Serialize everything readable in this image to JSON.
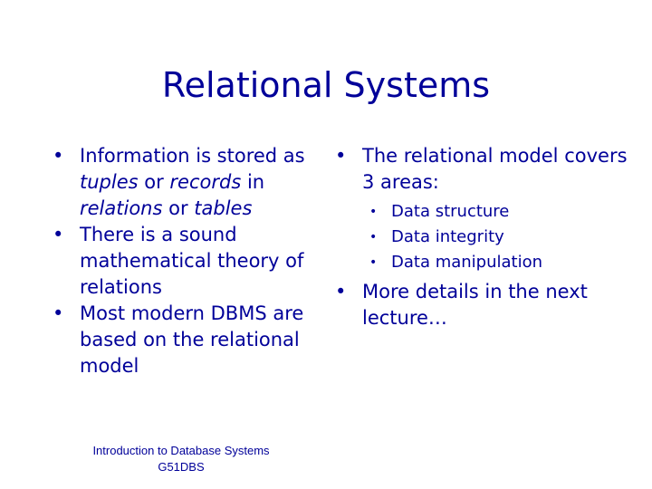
{
  "slide": {
    "title": "Relational Systems",
    "bullet_glyph": "•",
    "left_column": {
      "item1": {
        "part1": "Information is stored as ",
        "em1": "tuples",
        "part2": " or ",
        "em2": "records",
        "part3": " in ",
        "em3": "relations",
        "part4": " or ",
        "em4": "tables"
      },
      "item2": "There is a sound mathematical theory of relations",
      "item3": "Most modern DBMS are based on the relational model"
    },
    "right_column": {
      "item1": "The relational model covers 3 areas:",
      "subitems": [
        "Data structure",
        "Data integrity",
        "Data manipulation"
      ],
      "item2": "More details in the next lecture…"
    },
    "footer": {
      "line1": "Introduction to Database Systems",
      "line2": "G51DBS"
    }
  },
  "colors": {
    "text": "#000099",
    "background": "#ffffff"
  }
}
